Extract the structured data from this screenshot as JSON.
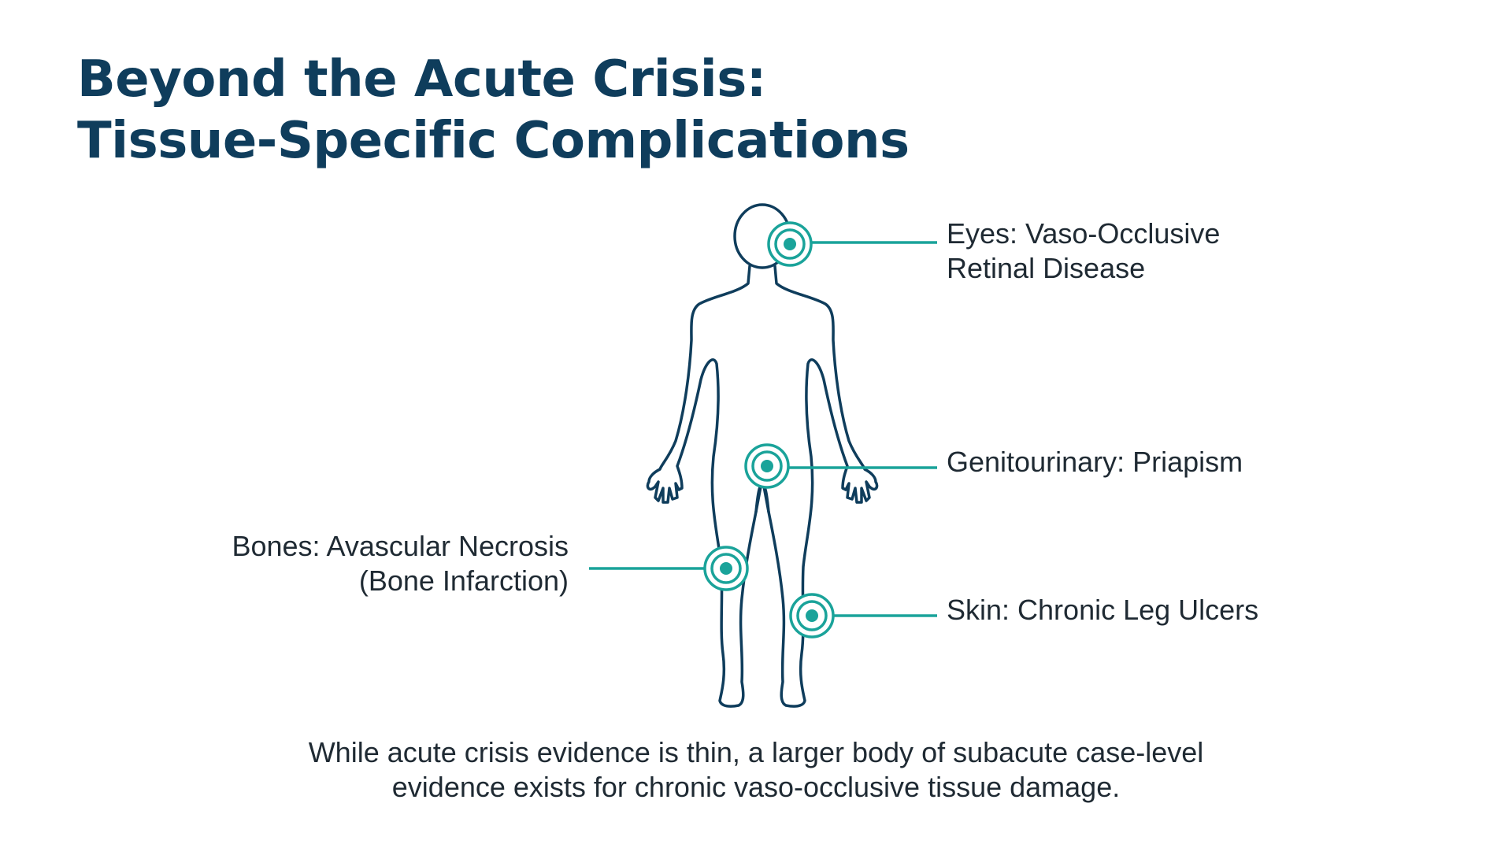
{
  "title": {
    "line1": "Beyond the Acute Crisis:",
    "line2": "Tissue-Specific Complications"
  },
  "callouts": {
    "eyes": {
      "line1": "Eyes: Vaso-Occlusive",
      "line2": "Retinal Disease"
    },
    "genitourinary": {
      "line1": "Genitourinary: Priapism"
    },
    "bones": {
      "line1": "Bones: Avascular Necrosis",
      "line2": "(Bone Infarction)"
    },
    "skin": {
      "line1": "Skin: Chronic Leg Ulcers"
    }
  },
  "caption": {
    "line1": "While acute crisis evidence is thin, a larger body of subacute case-level",
    "line2": "evidence exists for chronic vaso-occlusive tissue damage."
  },
  "colors": {
    "title": "#0f3d5c",
    "outline": "#0f3d5c",
    "accent": "#1aa39a",
    "text": "#1f2a33"
  },
  "icons": {
    "body": "human-body-outline-icon",
    "marker": "target-marker-icon"
  }
}
